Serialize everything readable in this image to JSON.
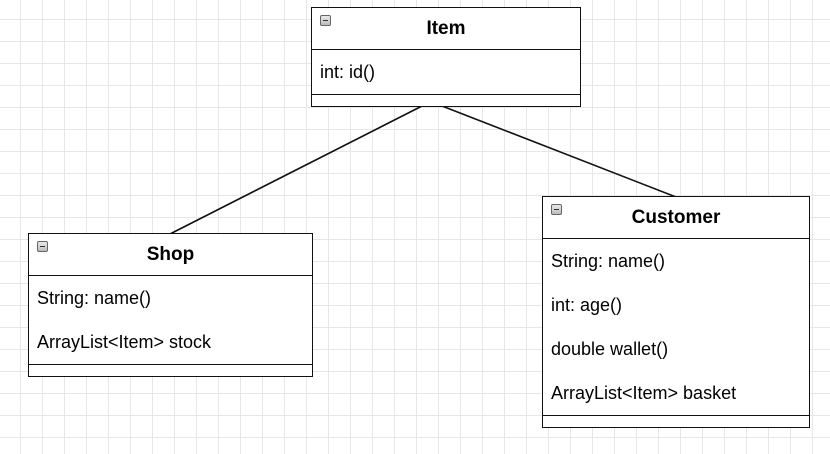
{
  "diagram": {
    "classes": [
      {
        "id": "item",
        "name": "Item",
        "attributes": [
          "int: id()"
        ]
      },
      {
        "id": "shop",
        "name": "Shop",
        "attributes": [
          "String: name()",
          "ArrayList<Item> stock"
        ]
      },
      {
        "id": "customer",
        "name": "Customer",
        "attributes": [
          "String: name()",
          "int: age()",
          "double wallet()",
          "ArrayList<Item> basket"
        ]
      }
    ],
    "associations": [
      {
        "from": "item",
        "to": "shop"
      },
      {
        "from": "item",
        "to": "customer"
      }
    ]
  },
  "colors": {
    "line": "#111111",
    "grid": "#e7e7e7",
    "background": "#ffffff"
  },
  "icons": {
    "collapse": "collapse-minus-icon"
  }
}
